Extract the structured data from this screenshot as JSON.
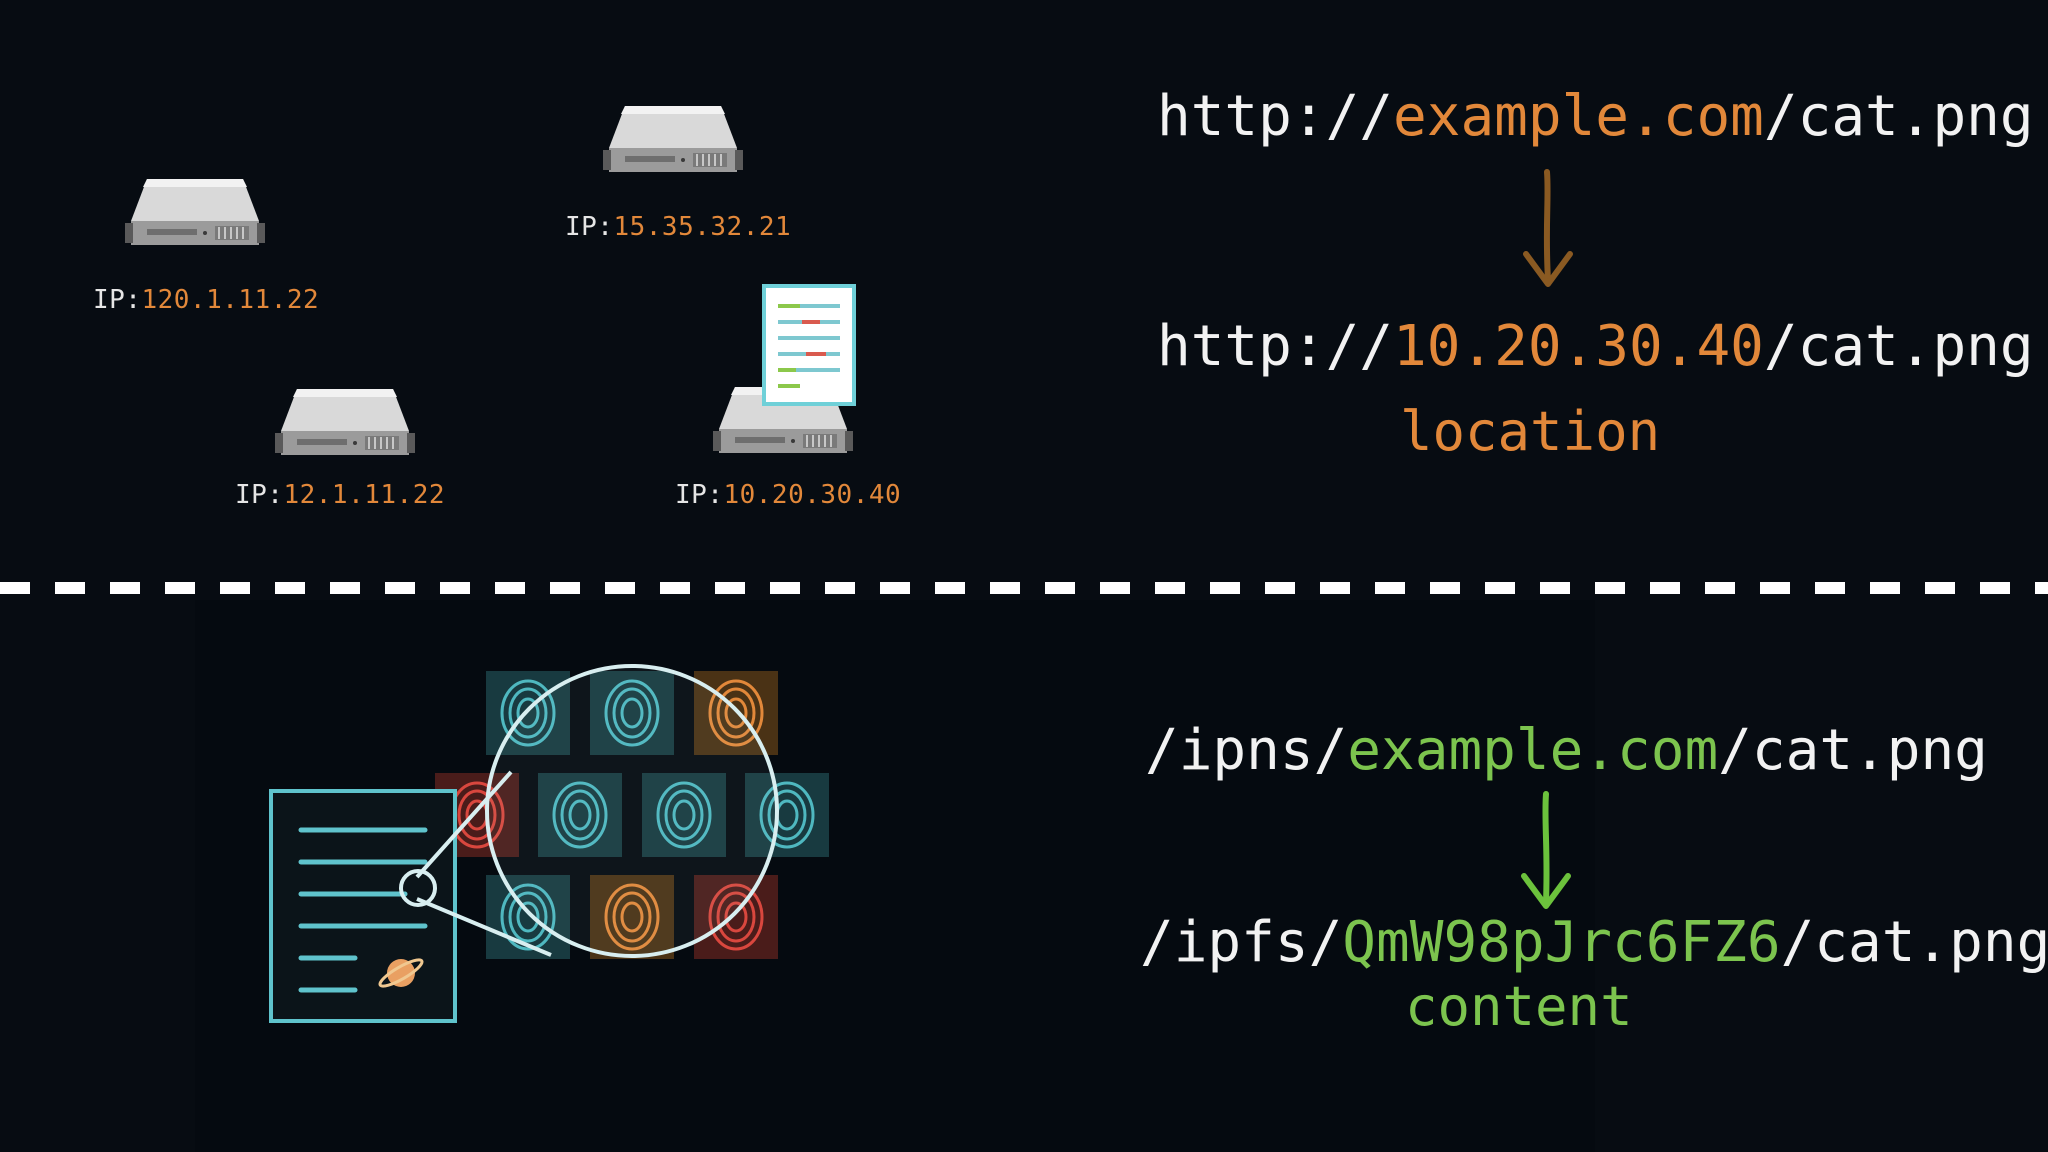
{
  "servers": [
    {
      "prefix": "IP:",
      "value": "120.1.11.22"
    },
    {
      "prefix": "IP:",
      "value": "15.35.32.21"
    },
    {
      "prefix": "IP:",
      "value": "12.1.11.22"
    },
    {
      "prefix": "IP:",
      "value": "10.20.30.40"
    }
  ],
  "location_flow": {
    "url1": {
      "pre": "http://",
      "host": "example.com",
      "post": "/cat.png"
    },
    "url2": {
      "pre": "http://",
      "host": "10.20.30.40",
      "post": "/cat.png"
    },
    "label": "location"
  },
  "content_flow": {
    "url1": {
      "pre": "/ipns/",
      "host": "example.com",
      "post": "/cat.png"
    },
    "url2": {
      "pre": "/ipfs/",
      "host": "QmW98pJrc6FZ6",
      "post": "/cat.png"
    },
    "label": "content"
  },
  "colors": {
    "background": "#070c12",
    "orange": "#e2883a",
    "green": "#7cc44e",
    "teal": "#7fd0d6",
    "arrow_brown": "#8a5a22"
  }
}
